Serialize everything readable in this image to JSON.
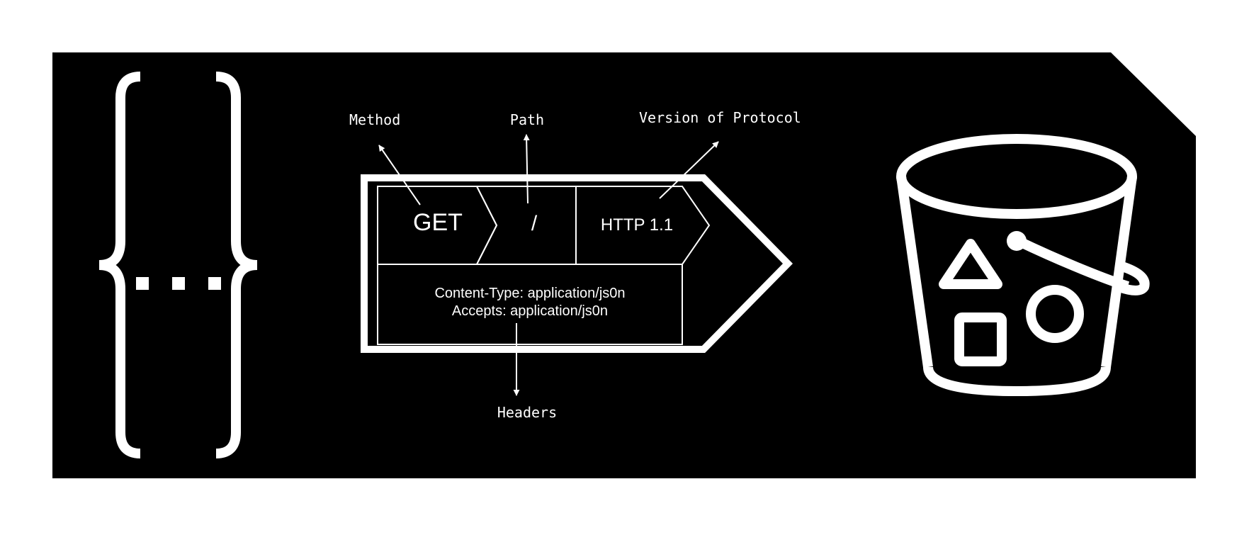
{
  "colors": {
    "background": "#000000",
    "foreground": "#ffffff",
    "page": "#ffffff"
  },
  "icons": {
    "left": "json-braces-icon",
    "right": "storage-bucket-icon"
  },
  "labels": {
    "method": "Method",
    "path": "Path",
    "version": "Version of Protocol",
    "headers": "Headers"
  },
  "request": {
    "method": "GET",
    "path": "/",
    "version": "HTTP 1.1",
    "header_lines": [
      "Content-Type: application/js0n",
      "Accepts: application/js0n"
    ]
  }
}
